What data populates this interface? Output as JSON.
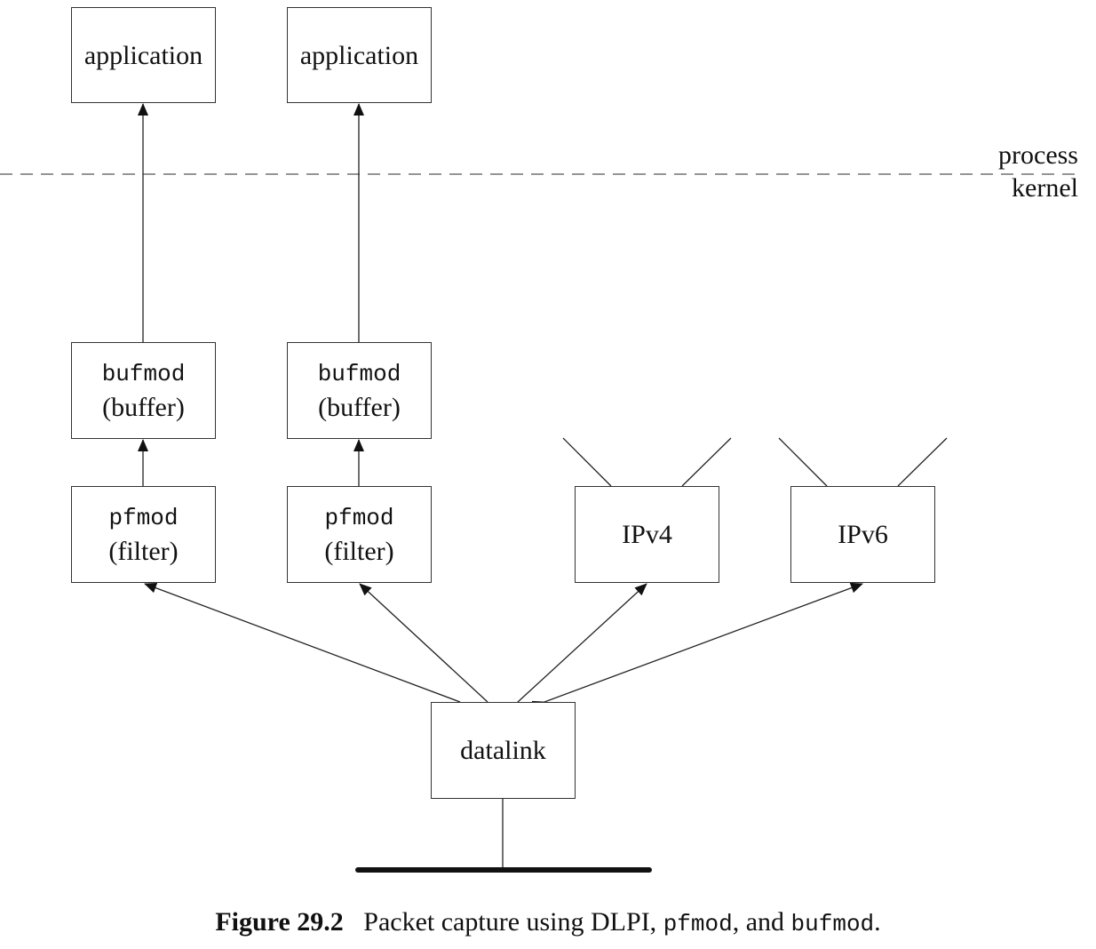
{
  "boxes": {
    "app1": "application",
    "app2": "application",
    "bufmod1": {
      "name": "bufmod",
      "role": "(buffer)"
    },
    "bufmod2": {
      "name": "bufmod",
      "role": "(buffer)"
    },
    "pfmod1": {
      "name": "pfmod",
      "role": "(filter)"
    },
    "pfmod2": {
      "name": "pfmod",
      "role": "(filter)"
    },
    "ipv4": "IPv4",
    "ipv6": "IPv6",
    "datalink": "datalink"
  },
  "boundary": {
    "upper": "process",
    "lower": "kernel"
  },
  "caption": {
    "figure": "Figure 29.2",
    "text_a": "Packet capture using DLPI, ",
    "code_a": "pfmod",
    "text_b": ", and ",
    "code_b": "bufmod",
    "text_c": "."
  }
}
